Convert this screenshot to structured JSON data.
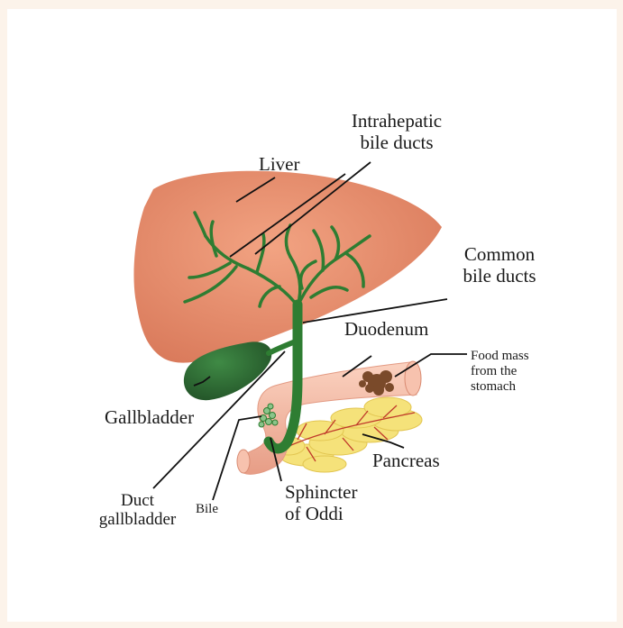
{
  "diagram": {
    "labels": {
      "intrahepatic_line1": "Intrahepatic",
      "intrahepatic_line2": "bile ducts",
      "liver": "Liver",
      "common_line1": "Common",
      "common_line2": "bile ducts",
      "duodenum": "Duodenum",
      "food_line1": "Food mass",
      "food_line2": "from the",
      "food_line3": "stomach",
      "gallbladder": "Gallbladder",
      "pancreas": "Pancreas",
      "sphincter_line1": "Sphincter",
      "sphincter_line2": "of Oddi",
      "duct_line1": "Duct",
      "duct_line2": "gallbladder",
      "bile": "Bile"
    },
    "colors": {
      "page_border": "#fcf3ea",
      "background": "#ffffff",
      "liver": "#e58c6a",
      "bile_duct": "#2e7d32",
      "gallbladder": "#2f6b34",
      "duodenum": "#f3b6a0",
      "pancreas": "#f5e27a",
      "pancreas_vessel": "#c0392b",
      "food_mass": "#7a4a2a"
    }
  }
}
